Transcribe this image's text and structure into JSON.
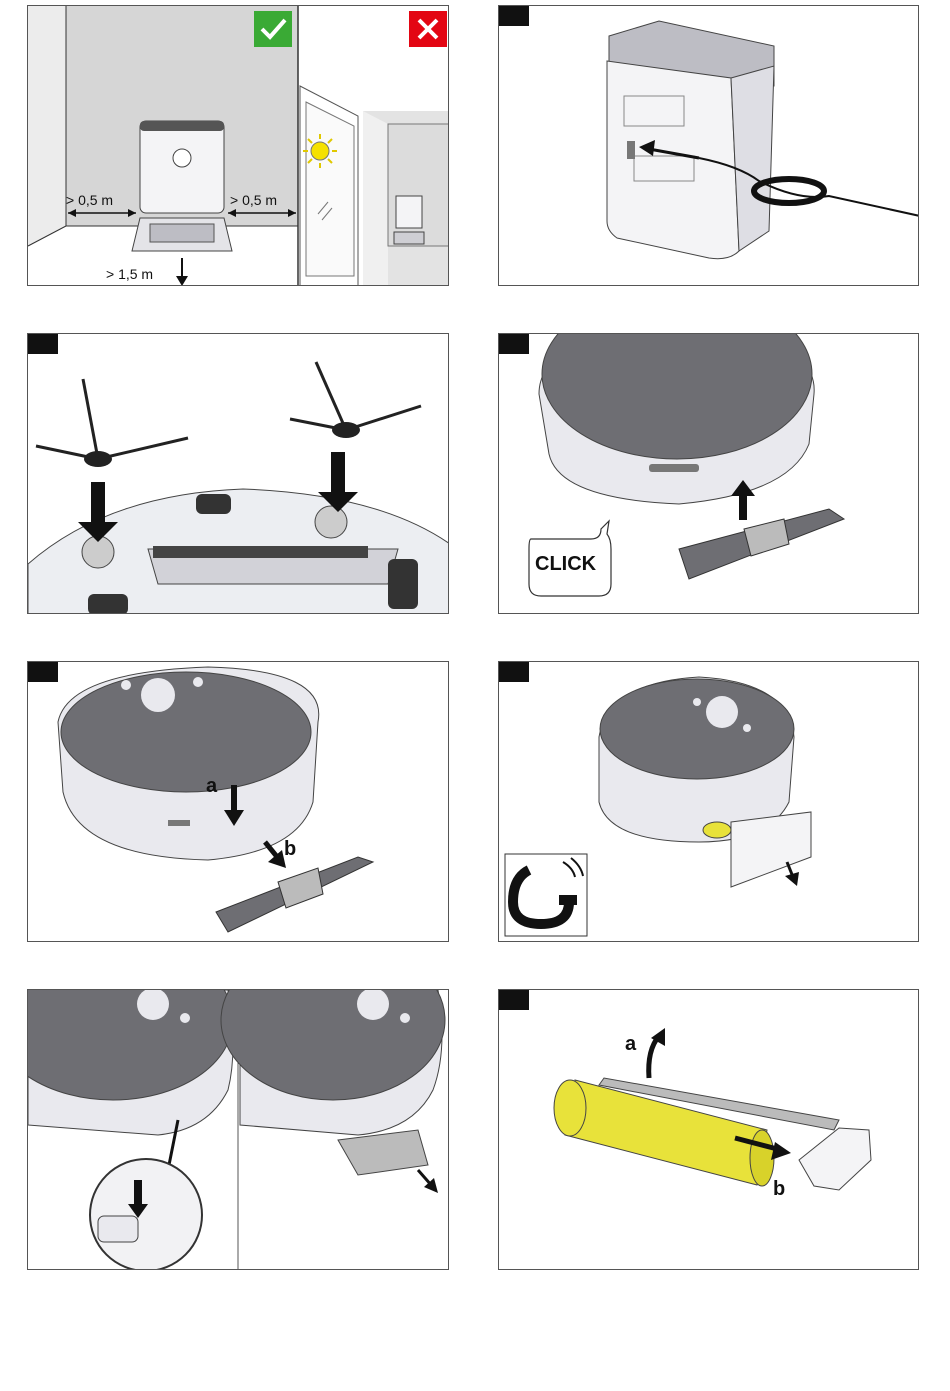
{
  "page": {
    "panels": [
      {
        "id": "placement",
        "correct_badge": "check-icon",
        "wrong_badge": "cross-icon",
        "dist_left": "> 0,5 m",
        "dist_right": "> 0,5 m",
        "dist_front": "> 1,5 m"
      },
      {
        "id": "connect-power"
      },
      {
        "id": "side-brushes"
      },
      {
        "id": "attach-mop",
        "click_text": "CLICK"
      },
      {
        "id": "remove-mop",
        "label_a": "a",
        "label_b": "b"
      },
      {
        "id": "magnet-cover",
        "icon": "magnet-icon"
      },
      {
        "id": "remove-roller"
      },
      {
        "id": "roller-detach",
        "label_a": "a",
        "label_b": "b"
      }
    ]
  },
  "colors": {
    "check_green": "#3aaa35",
    "cross_red": "#e30613",
    "sun_yellow": "#f5e100",
    "roller_yellow": "#e8e23a",
    "robot_top": "#6e6e73",
    "body_light": "#e9e9ee"
  }
}
